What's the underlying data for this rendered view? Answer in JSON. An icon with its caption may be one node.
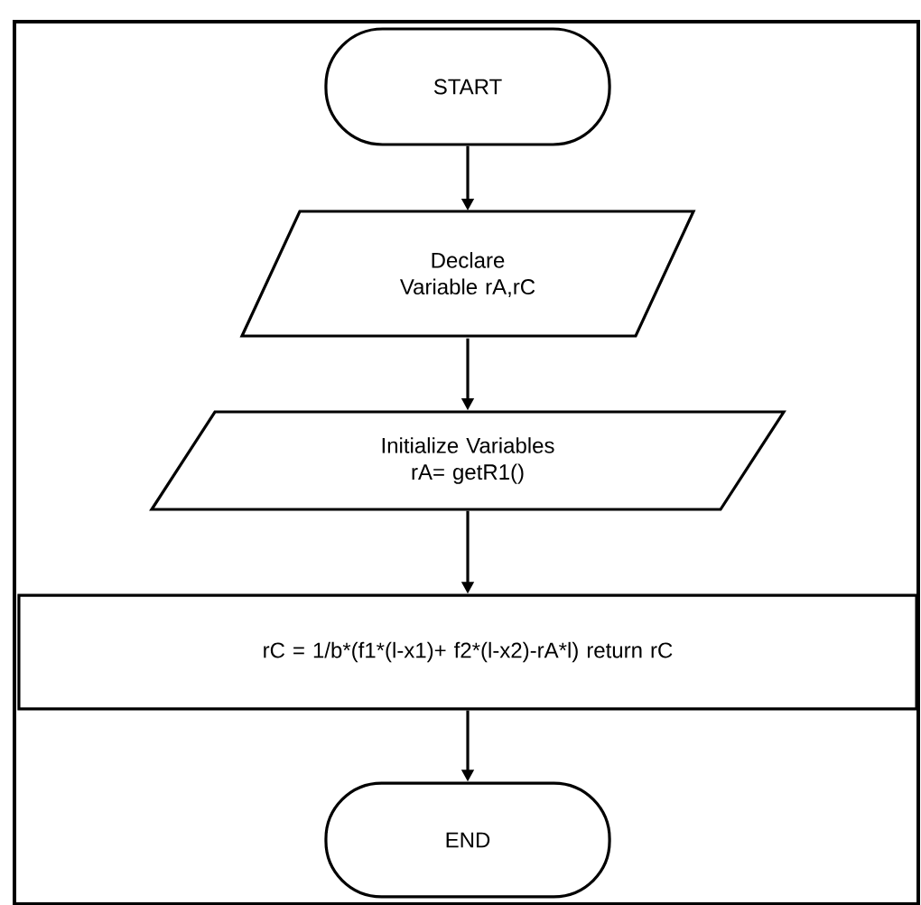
{
  "diagram": {
    "nodes": [
      {
        "text": [
          "START"
        ]
      },
      {
        "text": [
          "Declare Variable rA,rC"
        ]
      },
      {
        "text": [
          "Initialize Variables rA= getR1()"
        ]
      },
      {
        "text": [
          "rC = 1/b*(f1*(l-x1)+ f2*(l-x2)-rA*l) return rC"
        ]
      },
      {
        "text": [
          "END"
        ]
      }
    ],
    "edges": [
      {
        "from": 0,
        "to": 1,
        "arrow": "to"
      },
      {
        "from": 1,
        "to": 2,
        "arrow": "to"
      },
      {
        "from": 2,
        "to": 3,
        "arrow": "to"
      },
      {
        "from": 3,
        "to": 4,
        "arrow": "to"
      }
    ]
  }
}
